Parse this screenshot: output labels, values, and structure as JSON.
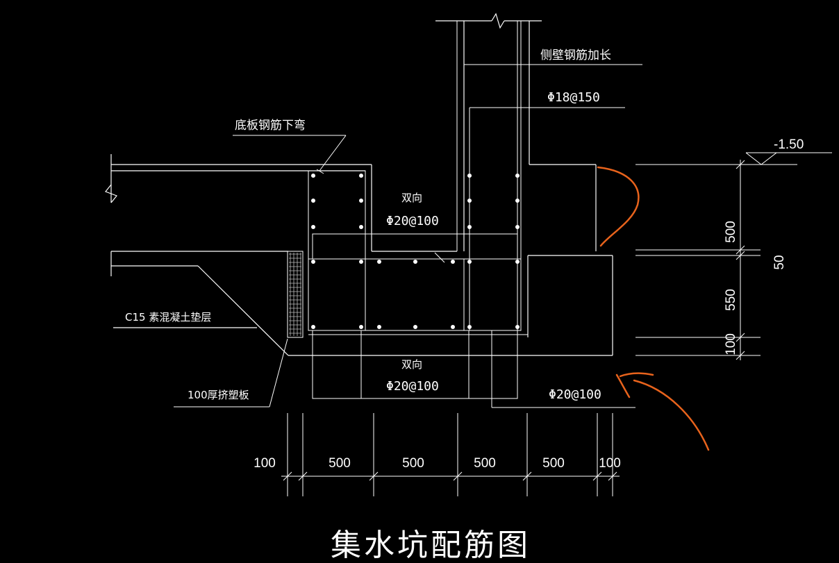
{
  "drawing": {
    "title": "集水坑配筋图",
    "notes": {
      "side_wall": "侧壁钢筋加长",
      "wall_rebar": "Φ18@150",
      "slab_bend": "底板钢筋下弯",
      "upper_two_way": "双向",
      "upper_rebar": "Φ20@100",
      "cushion": "C15   素混凝土垫层",
      "lower_two_way": "双向",
      "lower_rebar": "Φ20@100",
      "board": "100厚挤塑板",
      "bottom_rebar": "Φ20@100"
    },
    "elevation": "-1.50",
    "vertical_dims": [
      "500",
      "50",
      "550",
      "100"
    ],
    "horizontal_dims": [
      "100",
      "500",
      "500",
      "500",
      "500",
      "100"
    ]
  },
  "colors": {
    "background": "#000000",
    "lines": "#ffffff",
    "markup": "#e8631c"
  }
}
